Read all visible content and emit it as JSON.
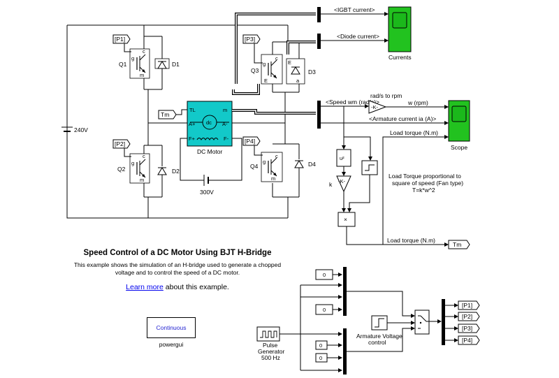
{
  "diagram": {
    "source_voltage": "240V",
    "field_voltage": "300V",
    "switches": {
      "q1": "Q1",
      "q2": "Q2",
      "q3": "Q3",
      "q4": "Q4",
      "d1": "D1",
      "d2": "D2",
      "d3": "D3",
      "d4": "D4"
    },
    "gate_tags": {
      "p1": "[P1]",
      "p2": "[P2]",
      "p3": "[P3]",
      "p4": "[P4]"
    },
    "motor": {
      "label": "DC Motor",
      "center": "dc",
      "tl": "TL",
      "m": "m",
      "a_plus": "A+",
      "a_minus": "A-",
      "f_plus": "F+",
      "f_minus": "F-"
    },
    "tm_input": "Tm",
    "tm_output": "Tm",
    "igbt_terminals": {
      "c": "c",
      "g": "g",
      "e": "E"
    },
    "signals": {
      "igbt_current": "<IGBT current>",
      "diode_current": "<Diode current>",
      "speed": "<Speed wm (rad/s)>",
      "armature_current": "<Armature current ia (A)>",
      "rad_to_rpm": "rad/s to rpm",
      "gain": "-K-",
      "w_rpm": "w (rpm)",
      "load_torque": "Load torque (N.m)",
      "load_torque_bottom": "Load torque (N.m)",
      "k": "k",
      "square": "u²",
      "product": "×"
    },
    "currents_scope": "Currents",
    "scope": "Scope",
    "load_note": [
      "Load Torque proportional to",
      "square of speed (Fan type)",
      "T=k*w^2"
    ],
    "constants": [
      "0",
      "0",
      "0",
      "0"
    ],
    "pulse_gen": [
      "Pulse",
      "Generator",
      "500 Hz"
    ],
    "armature_control": [
      "Armature Voltage",
      "control"
    ],
    "out_tags": [
      "[P1]",
      "[P2]",
      "[P3]",
      "[P4]"
    ]
  },
  "description": {
    "title": "Speed Control of a DC Motor Using BJT H-Bridge",
    "body": "This example shows the simulation of an H-bridge used to generate a chopped voltage and to control the speed of a DC motor.",
    "link_text": "Learn more",
    "link_suffix": " about this example."
  },
  "powergui": {
    "button": "Continuous",
    "label": "powergui"
  }
}
